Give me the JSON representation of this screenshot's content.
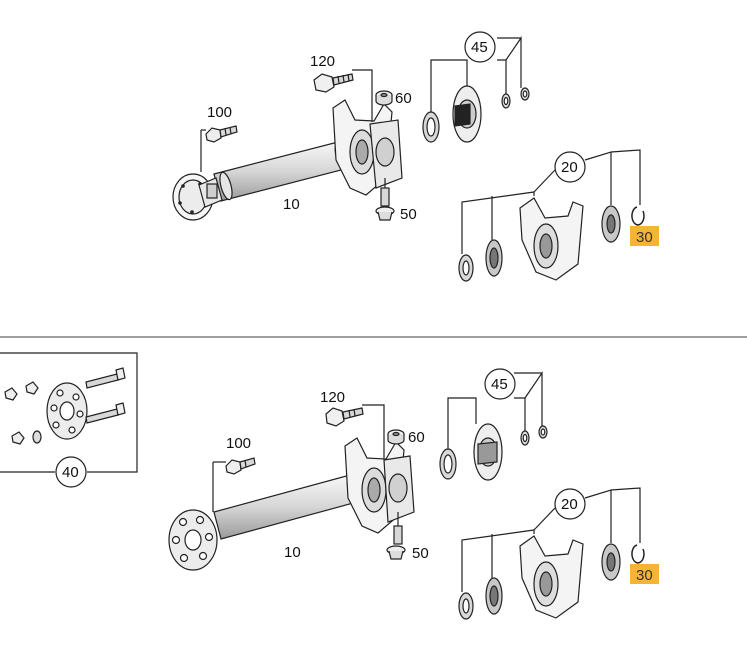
{
  "upper_assembly": {
    "labels": {
      "shaft": "10",
      "bearing_kit": "20",
      "snap_ring": "30",
      "hub_kit": "45",
      "bolt_lower": "50",
      "washer": "60",
      "bolt_flange": "100",
      "bolt_upper": "120"
    }
  },
  "lower_assembly": {
    "labels": {
      "shaft": "10",
      "bearing_kit": "20",
      "snap_ring": "30",
      "flex_disc_kit": "40",
      "hub_kit": "45",
      "bolt_lower": "50",
      "washer": "60",
      "bolt_flange": "100",
      "bolt_upper": "120"
    }
  },
  "colors": {
    "highlight": "#f5b433",
    "line": "#222222",
    "fill_light": "#f4f4f4",
    "fill_mid": "#d9d9d9",
    "divider": "#666666"
  }
}
